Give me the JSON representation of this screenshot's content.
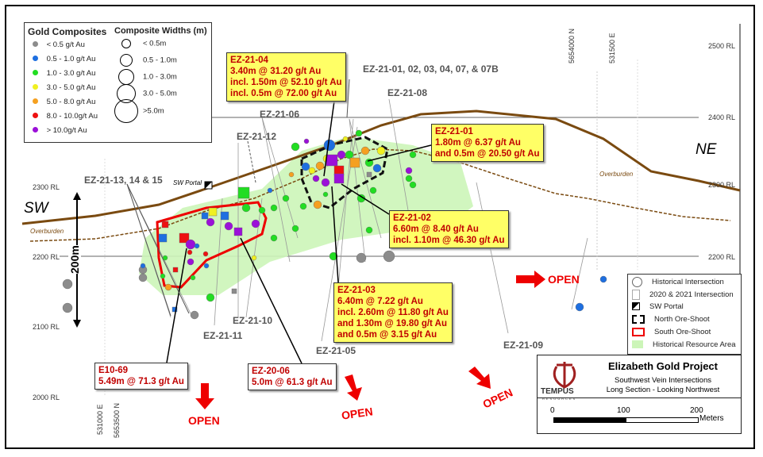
{
  "legend_gold": {
    "title": "Gold Composites",
    "items": [
      {
        "label": "< 0.5 g/t Au",
        "color": "#8c8c8c"
      },
      {
        "label": "0.5 - 1.0 g/t Au",
        "color": "#1e6fe0"
      },
      {
        "label": "1.0 - 3.0 g/t Au",
        "color": "#22dd22"
      },
      {
        "label": "3.0 - 5.0 g/t Au",
        "color": "#f0f020"
      },
      {
        "label": "5.0 - 8.0 g/t Au",
        "color": "#f5a020"
      },
      {
        "label": "8.0 - 10.0g/t Au",
        "color": "#ee1111"
      },
      {
        "label": "> 10.0g/t Au",
        "color": "#9b10d8"
      }
    ]
  },
  "legend_widths": {
    "title": "Composite Widths (m)",
    "items": [
      "< 0.5m",
      "0.5 - 1.0m",
      "1.0 - 3.0m",
      "3.0 - 5.0m",
      ">5.0m"
    ]
  },
  "legend_symbols": {
    "items": [
      "Historical Intersection",
      "2020 & 2021 Intersection",
      "SW Portal",
      "North Ore-Shoot",
      "South Ore-Shoot",
      "Historical Resource Area"
    ]
  },
  "title_block": {
    "logo_text": "TEMPUS",
    "logo_sub": "RESOURCES",
    "project": "Elizabeth Gold Project",
    "subtitle1": "Southwest Vein Intersections",
    "subtitle2": "Long Section - Looking Northwest",
    "scale": {
      "t0": "0",
      "t1": "100",
      "t2": "200",
      "unit": "Meters"
    }
  },
  "rl_labels": [
    "2500 RL",
    "2400 RL",
    "2300 RL",
    "2200 RL",
    "2100 RL",
    "2000 RL"
  ],
  "grid_labels": {
    "n_top": "5654000 N",
    "e_top": "531500 E",
    "e_bottom": "531000 E",
    "n_bottom": "5653500 N"
  },
  "directions": {
    "sw": "SW",
    "ne": "NE"
  },
  "scale_bar_vertical": "200m",
  "overburden": "Overburden",
  "sw_portal": "SW Portal",
  "open_label": "OPEN",
  "drill_labels": {
    "h13": "EZ-21-13, 14 & 15",
    "h12": "EZ-21-12",
    "h06": "EZ-21-06",
    "hgroup": "EZ-21-01, 02, 03, 04, 07, & 07B",
    "h08": "EZ-21-08",
    "h10": "EZ-21-10",
    "h11": "EZ-21-11",
    "h05": "EZ-21-05",
    "h09": "EZ-21-09"
  },
  "callouts": {
    "ez2104": [
      "EZ-21-04",
      "3.40m @ 31.20 g/t Au",
      "incl. 1.50m @ 52.10 g/t Au",
      "incl. 0.5m @ 72.00 g/t Au"
    ],
    "ez2101": [
      "EZ-21-01",
      "1.80m @ 6.37 g/t Au",
      "and 0.5m @ 20.50 g/t Au"
    ],
    "ez2102": [
      "EZ-21-02",
      "6.60m @ 8.40 g/t Au",
      "incl. 1.10m @ 46.30 g/t Au"
    ],
    "ez2103": [
      "EZ-21-03",
      "6.40m @ 7.22 g/t Au",
      "incl. 2.60m @ 11.80 g/t Au",
      "and 1.30m @ 19.80 g/t Au",
      "and 0.5m @ 3.15 g/t Au"
    ],
    "e1069": [
      "E10-69",
      "5.49m @ 71.3 g/t Au"
    ],
    "ez2006": [
      "EZ-20-06",
      "5.0m @ 61.3 g/t Au"
    ]
  }
}
